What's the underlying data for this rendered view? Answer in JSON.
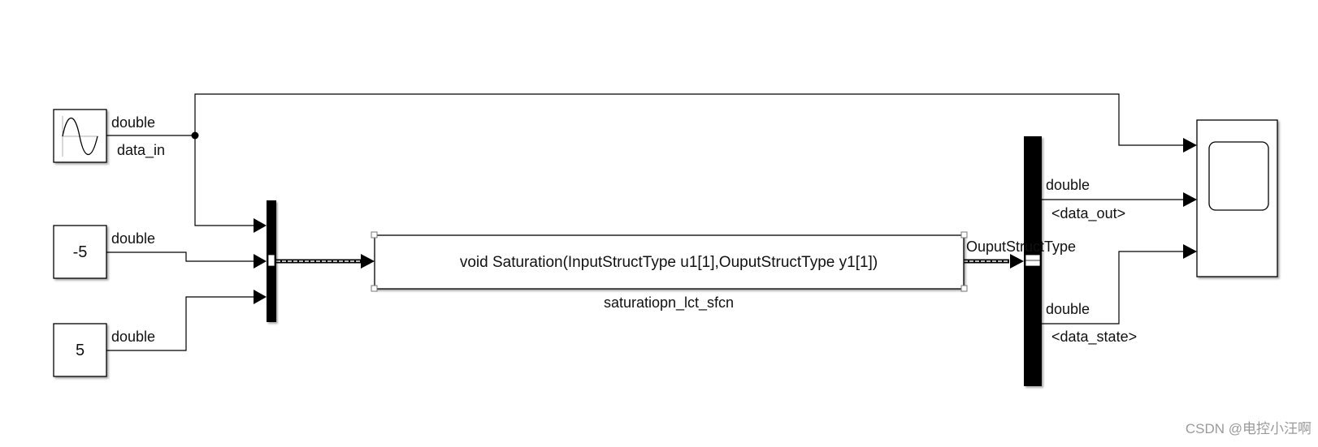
{
  "model": {
    "sine_block": {
      "signal_type": "double",
      "signal_name": "data_in"
    },
    "const_neg": {
      "value": "-5",
      "signal_type": "double"
    },
    "const_pos": {
      "value": "5",
      "signal_type": "double"
    },
    "sfunction": {
      "signature": "void Saturation(InputStructType u1[1],OuputStructType y1[1])",
      "name": "saturatiopn_lct_sfcn",
      "output_type": "OuputStructType"
    },
    "bus_selector": {
      "out1_type": "double",
      "out1_name": "<data_out>",
      "out2_type": "double",
      "out2_name": "<data_state>"
    }
  },
  "watermark": "CSDN @电控小汪啊"
}
